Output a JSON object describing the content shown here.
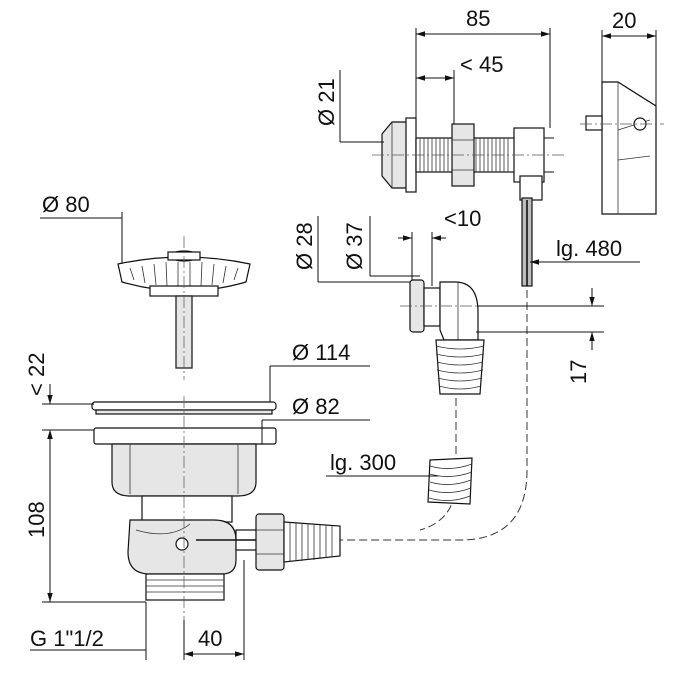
{
  "dimensions": {
    "width_top": "85",
    "width_side": "20",
    "button_offset": "< 45",
    "button_dia": "Ø 21",
    "strainer_dia": "Ø 80",
    "elbow_d28": "Ø 28",
    "elbow_d37": "Ø 37",
    "elbow_offset": "<10",
    "cable_length": "lg. 480",
    "flange_d114": "Ø 114",
    "flange_d82": "Ø 82",
    "flange_height": "< 22",
    "body_height": "108",
    "overflow_offset": "17",
    "hose_length": "lg. 300",
    "thread": "G 1\"1/2",
    "outlet_offset": "40"
  }
}
